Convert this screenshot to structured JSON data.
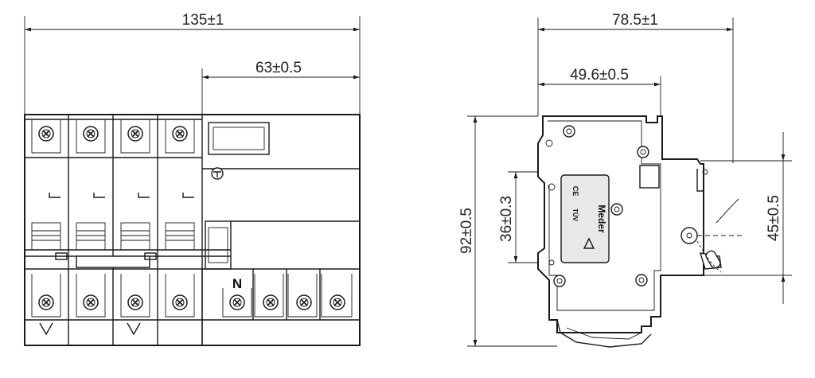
{
  "dimensions": {
    "front_total_width": "135±1",
    "front_rcd_width": "63±0.5",
    "side_depth": "78.5±1",
    "side_depth_to_face": "49.6±0.5",
    "side_height": "92±0.5",
    "side_rail": "36±0.3",
    "side_handle_travel": "45±0.5"
  },
  "front_view": {
    "neutral_label": "N"
  },
  "side_view": {
    "logo_text": "Meder",
    "ce_mark": "CE",
    "marks": [
      "CE",
      "TÜV"
    ]
  },
  "colors": {
    "line": "#1a1a1a",
    "background": "#ffffff",
    "label_panel": "#e8e8e8"
  }
}
